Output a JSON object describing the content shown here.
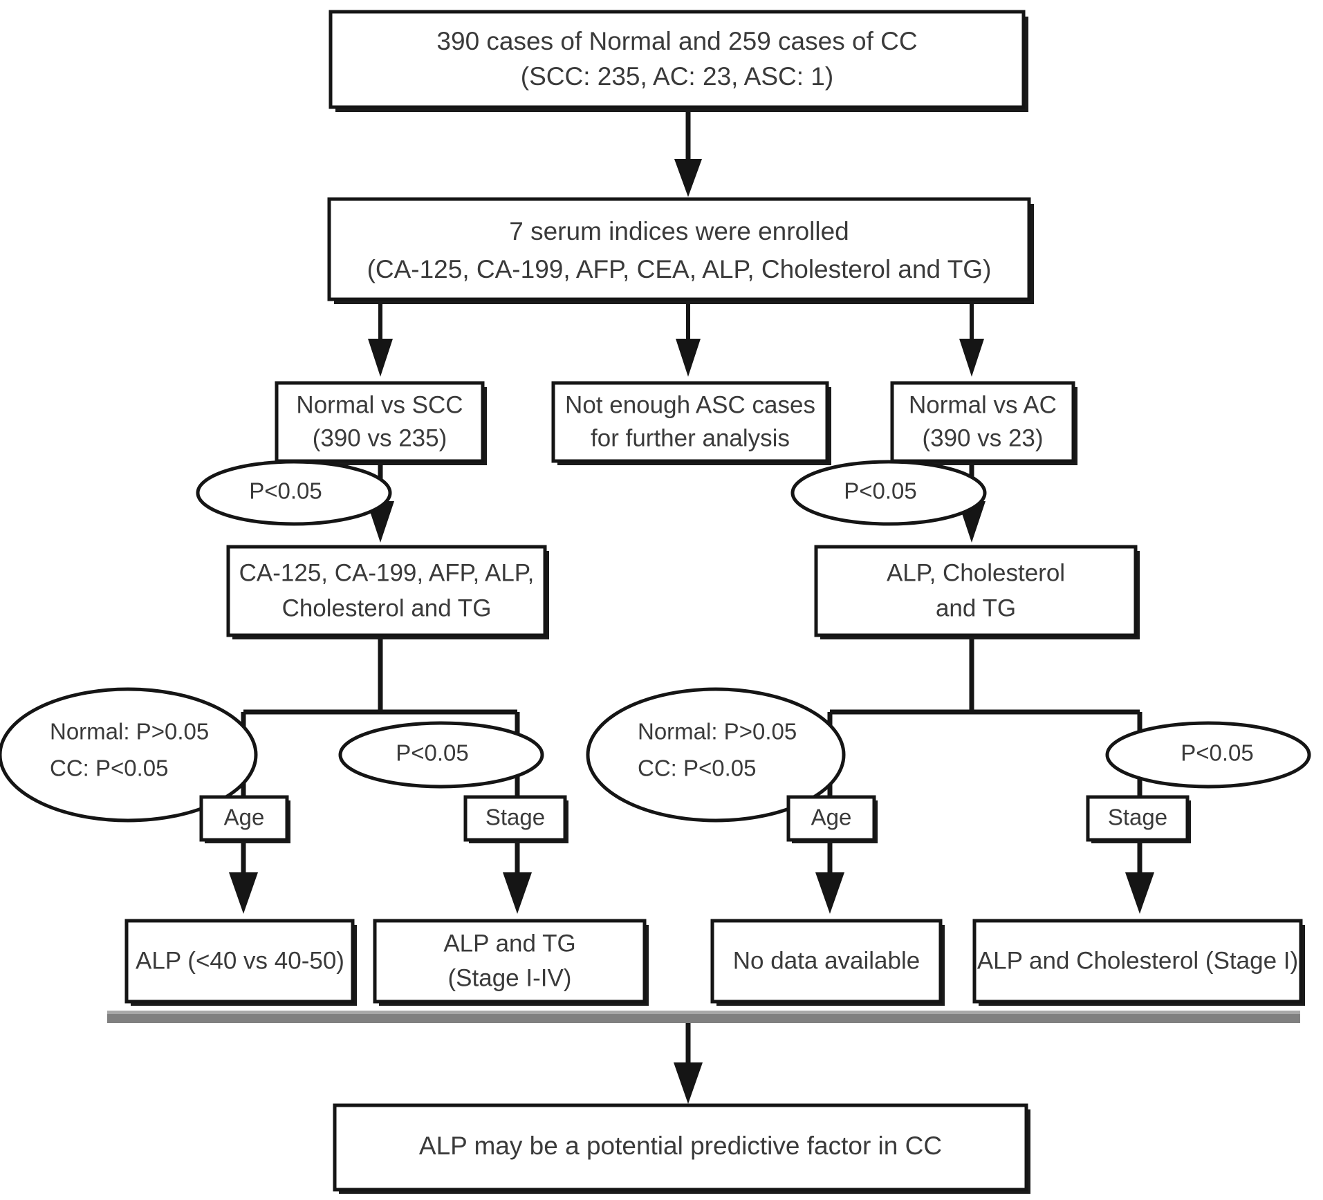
{
  "figure": {
    "type": "flowchart",
    "orientation": "top-down",
    "title": "Study flow of serum indices in cervical cancer"
  },
  "nodes": {
    "cohort": {
      "line1": "390 cases of Normal and 259 cases of CC",
      "line2": "(SCC: 235, AC: 23, ASC: 1)"
    },
    "indices": {
      "line1": "7 serum indices were enrolled",
      "line2": "(CA-125, CA-199, AFP, CEA, ALP, Cholesterol and TG)"
    },
    "branch_scc": {
      "line1": "Normal vs SCC",
      "line2": "(390 vs 235)"
    },
    "branch_asc": {
      "line1": "Not enough ASC cases",
      "line2": "for further analysis"
    },
    "branch_ac": {
      "line1": "Normal vs AC",
      "line2": "(390 vs 23)"
    },
    "scc_significant": {
      "line1": "CA-125, CA-199, AFP, ALP,",
      "line2": "Cholesterol and TG"
    },
    "ac_significant": {
      "line1": "ALP, Cholesterol",
      "line2": "and TG"
    },
    "scc_age": {
      "label": "Age"
    },
    "scc_stage": {
      "label": "Stage"
    },
    "ac_age": {
      "label": "Age"
    },
    "ac_stage": {
      "label": "Stage"
    },
    "result_scc_age": {
      "line1": "ALP (<40 vs 40-50)",
      "line2": ""
    },
    "result_scc_stage": {
      "line1": "ALP and TG",
      "line2": "(Stage I-IV)"
    },
    "result_ac_age": {
      "line1": "No data available",
      "line2": ""
    },
    "result_ac_stage": {
      "line1": "ALP and Cholesterol (Stage I)",
      "line2": ""
    },
    "conclusion": {
      "line1": "ALP may be a potential predictive factor in CC"
    }
  },
  "edge_labels": {
    "scc_p": "P<0.05",
    "ac_p": "P<0.05",
    "scc_age_p_line1": "Normal: P>0.05",
    "scc_age_p_line2": "CC: P<0.05",
    "scc_stage_p": "P<0.05",
    "ac_age_p_line1": "Normal: P>0.05",
    "ac_age_p_line2": "CC: P<0.05",
    "ac_stage_p": "P<0.05"
  },
  "colors": {
    "stroke": "#151515",
    "text": "#3a3a3a",
    "background": "#ffffff",
    "divider": "#808080"
  }
}
